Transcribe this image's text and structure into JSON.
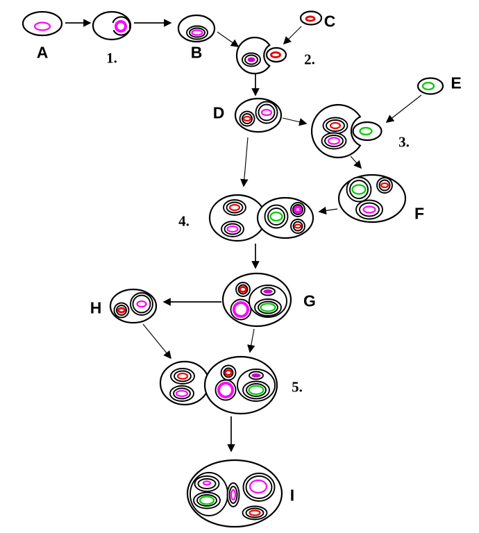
{
  "diagram": {
    "kind": "endosymbiosis-stepwise-cell-diagram",
    "background": "#ffffff"
  },
  "colors": {
    "black": "#000000",
    "magenta": "#ff00ff",
    "magenta-dark": "#cc00cc",
    "red": "#ee0000",
    "green": "#00cc00"
  },
  "labels": {
    "cell_a": "A",
    "step_1": "1.",
    "cell_b": "B",
    "cell_c": "C",
    "step_2": "2.",
    "cell_d": "D",
    "cell_e": "E",
    "step_3": "3.",
    "cell_f": "F",
    "step_4": "4.",
    "cell_g": "G",
    "cell_h": "H",
    "step_5": "5.",
    "cell_i": "I"
  },
  "cells": [
    {
      "id": "A",
      "contents": [
        "magenta-ellipse"
      ]
    },
    {
      "id": "1",
      "contents": [
        "magenta-ring-being-engulfed-by-membrane-arcs"
      ]
    },
    {
      "id": "B",
      "contents": [
        "double-membrane-magenta-organelle"
      ]
    },
    {
      "id": "C",
      "contents": [
        "red-ellipse"
      ]
    },
    {
      "id": "2",
      "contents": [
        "double-membrane-magenta-organelle",
        "small-red-cell-being-engulfed"
      ]
    },
    {
      "id": "D",
      "contents": [
        "red-organelle",
        "magenta-organelle"
      ]
    },
    {
      "id": "E",
      "contents": [
        "green-ellipse"
      ]
    },
    {
      "id": "3",
      "contents": [
        "red-organelle",
        "magenta-organelle",
        "small-green-cell-being-engulfed"
      ]
    },
    {
      "id": "F",
      "contents": [
        "green-organelle",
        "red-organelle",
        "magenta-organelle"
      ]
    },
    {
      "id": "4",
      "contents": [
        "fusing-cells: left(red+magenta organelles) right(green+magenta+red organelles)"
      ]
    },
    {
      "id": "G",
      "contents": [
        "red-organelle",
        "magenta-nucleus",
        "compartment(magenta+green)"
      ]
    },
    {
      "id": "H",
      "contents": [
        "red-organelle",
        "magenta-organelle"
      ]
    },
    {
      "id": "5",
      "contents": [
        "fusing-cells: left(red+magenta organelles) right(red, magenta-nucleus, compartment magenta+green)"
      ]
    },
    {
      "id": "I",
      "contents": [
        "compartment(magenta+green organelles)",
        "magenta-capsule",
        "large-magenta-organelle",
        "red-organelle"
      ]
    }
  ],
  "arrows": [
    {
      "from": "A",
      "to": "1"
    },
    {
      "from": "1",
      "to": "B"
    },
    {
      "from": "B",
      "to": "2"
    },
    {
      "from": "C",
      "to": "2"
    },
    {
      "from": "2",
      "to": "D"
    },
    {
      "from": "D",
      "to": "3"
    },
    {
      "from": "E",
      "to": "3"
    },
    {
      "from": "3",
      "to": "F"
    },
    {
      "from": "D",
      "to": "4"
    },
    {
      "from": "F",
      "to": "4"
    },
    {
      "from": "4",
      "to": "G"
    },
    {
      "from": "G",
      "to": "H"
    },
    {
      "from": "G",
      "to": "5"
    },
    {
      "from": "H",
      "to": "5"
    },
    {
      "from": "5",
      "to": "I"
    }
  ]
}
